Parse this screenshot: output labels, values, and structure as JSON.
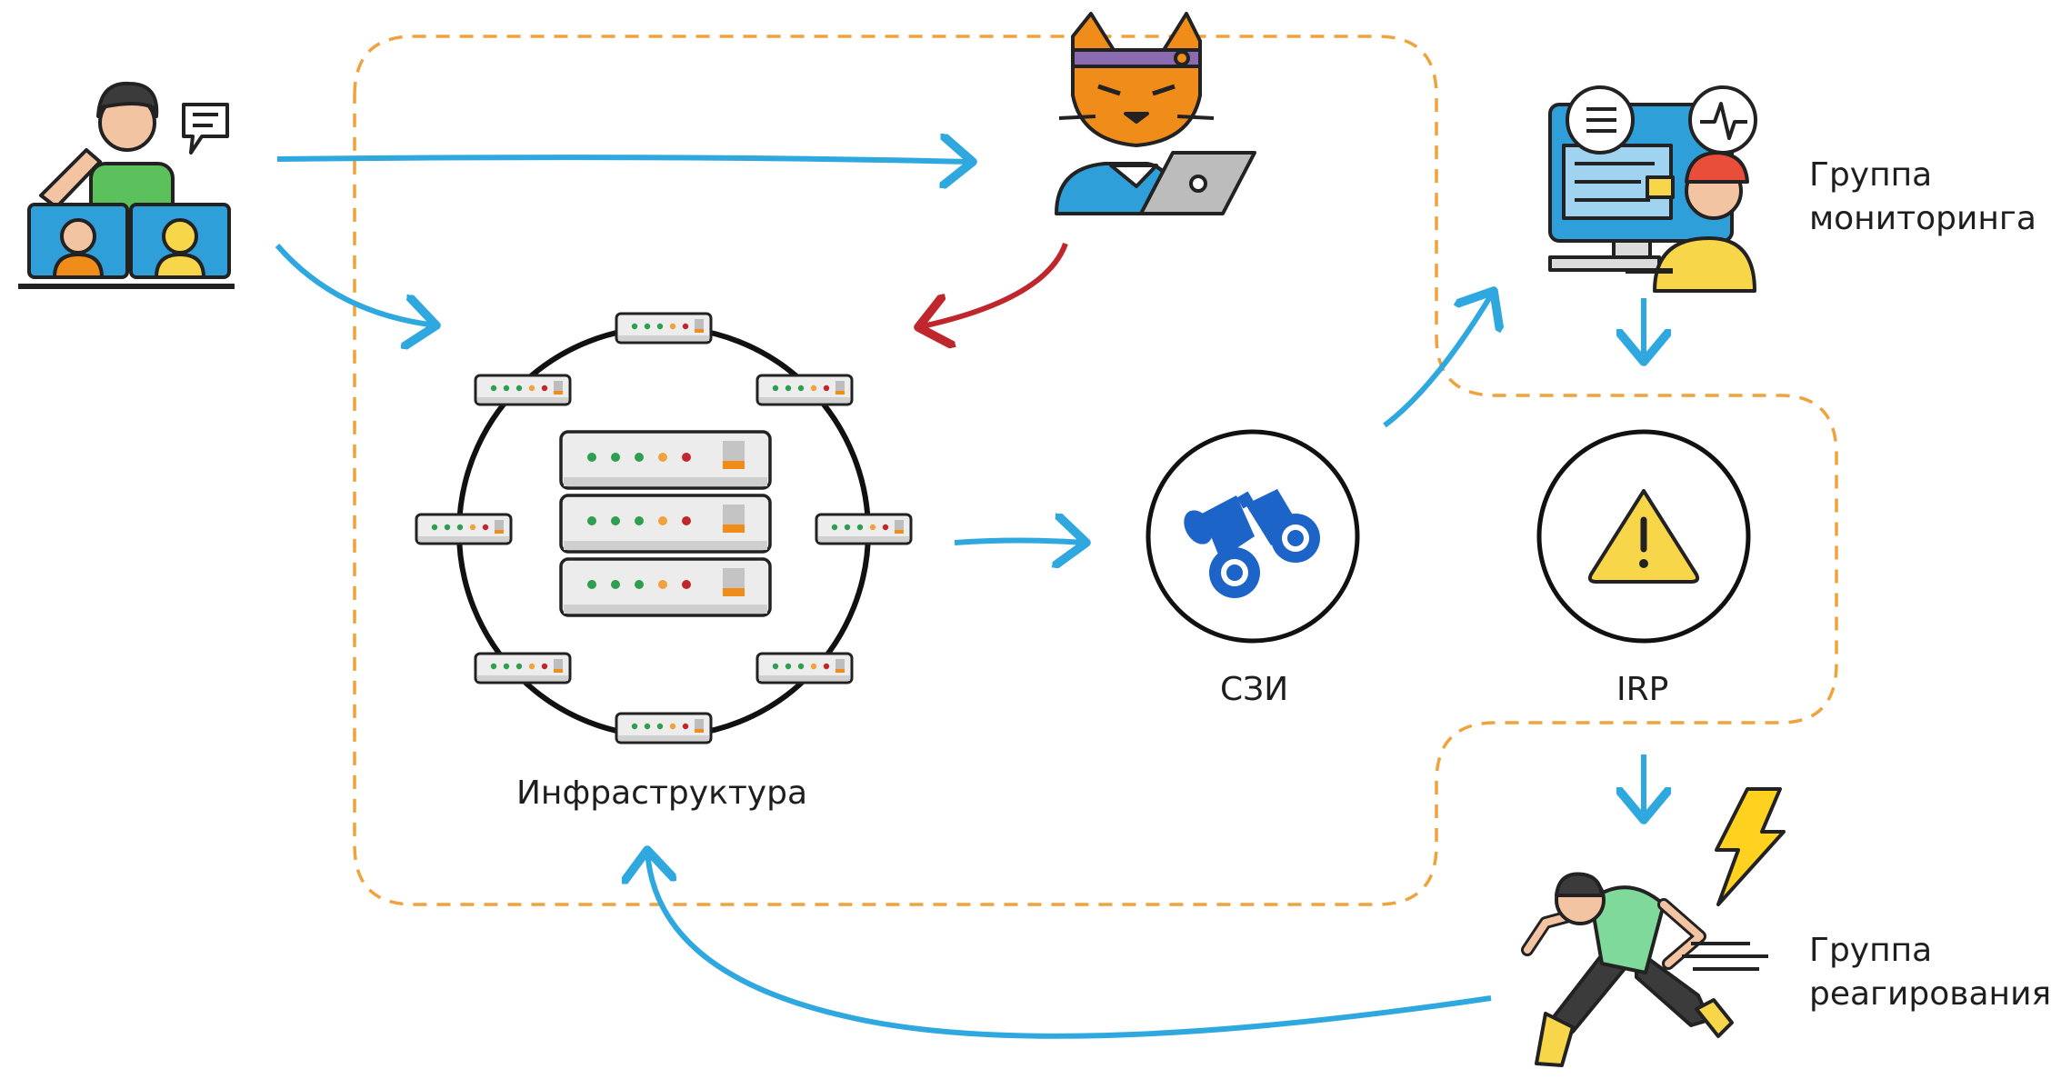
{
  "labels": {
    "infrastructure": "Инфраструктура",
    "szi": "СЗИ",
    "irp": "IRP",
    "monitoring_group": [
      "Группа",
      "мониторинга"
    ],
    "response_group": [
      "Группа",
      "реагирования"
    ]
  },
  "colors": {
    "flow_arrow": "#2fa8df",
    "attack_arrow": "#c0272d",
    "dashed_boundary": "#f0a23c",
    "warning_yellow": "#f7d64a",
    "binoculars_blue": "#1c64c8",
    "lightning_yellow": "#ffd21f"
  },
  "icons": {
    "instructor": "instructor-icon",
    "attacker": "hacker-cat-icon",
    "servers": "server-rack-icon",
    "monitoring": "monitoring-operator-icon",
    "binoculars": "binoculars-icon",
    "warning": "warning-icon",
    "runner": "running-person-icon",
    "lightning": "lightning-icon"
  }
}
